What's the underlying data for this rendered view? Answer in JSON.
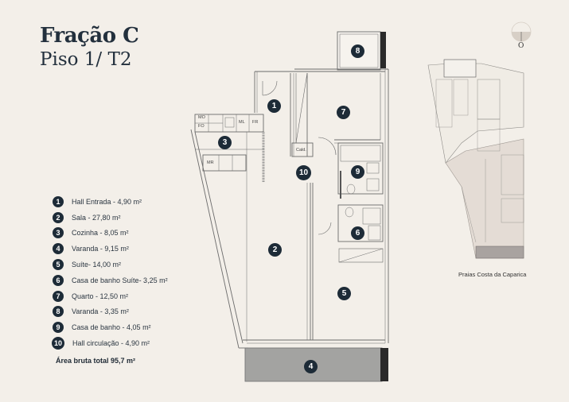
{
  "header": {
    "title": "Fração C",
    "subtitle": "Piso 1/ T2"
  },
  "legend": {
    "items": [
      {
        "num": "1",
        "label": "Hall Entrada - 4,90 m²"
      },
      {
        "num": "2",
        "label": "Sala - 27,80 m²"
      },
      {
        "num": "3",
        "label": "Cozinha - 8,05 m²"
      },
      {
        "num": "4",
        "label": "Varanda - 9,15 m²"
      },
      {
        "num": "5",
        "label": "Suíte- 14,00 m²"
      },
      {
        "num": "6",
        "label": "Casa de banho Suíte- 3,25 m²"
      },
      {
        "num": "7",
        "label": "Quarto - 12,50 m²"
      },
      {
        "num": "8",
        "label": "Varanda - 3,35 m²"
      },
      {
        "num": "9",
        "label": "Casa de banho - 4,05 m²"
      },
      {
        "num": "10",
        "label": "Hall circulação -  4,90 m²"
      }
    ],
    "total": "Área bruta total 95,7 m²"
  },
  "plan": {
    "room_badges": [
      "1",
      "2",
      "3",
      "4",
      "5",
      "6",
      "7",
      "8",
      "9",
      "10"
    ],
    "kitchen_labels": {
      "mo": "MO",
      "fo": "FO",
      "ml": "ML",
      "fr": "FR",
      "mr": "MR"
    },
    "cald_label": "Cald."
  },
  "compass": {
    "label": "O"
  },
  "location_map": {
    "caption": "Praias Costa da Caparica"
  },
  "colors": {
    "background": "#f3efe9",
    "badge": "#1d2b37",
    "balcony": "#9e9e9c",
    "wall_dark": "#2a2a2a"
  }
}
